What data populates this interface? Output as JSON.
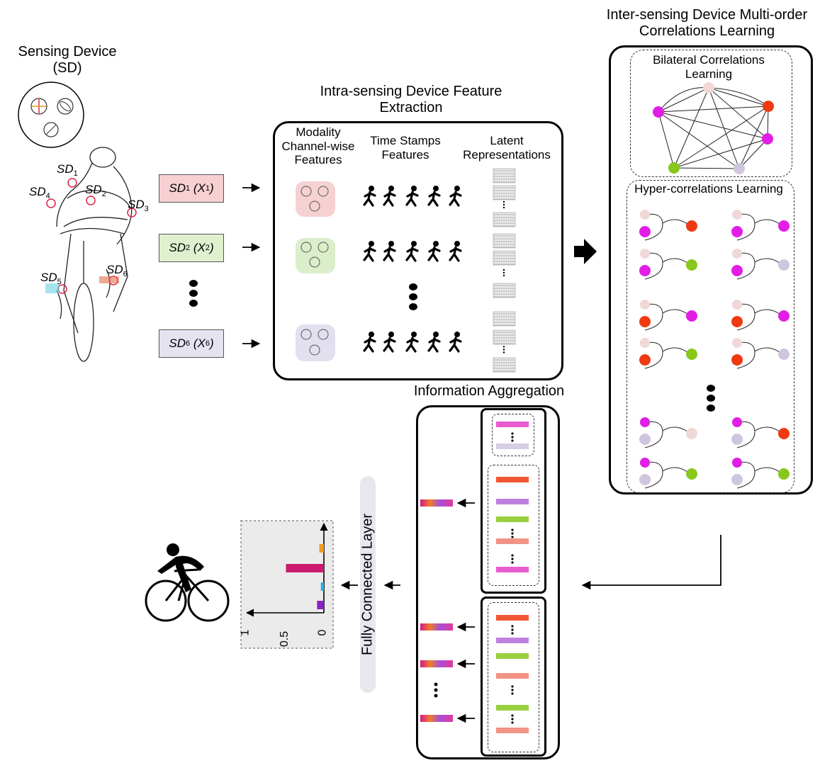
{
  "sensing_device": {
    "title": "Sensing Device",
    "abbr": "(SD)"
  },
  "devices": [
    {
      "name": "SD",
      "sub": "1",
      "x": "X",
      "xsub": "1",
      "color": "#f6d0d2"
    },
    {
      "name": "SD",
      "sub": "2",
      "x": "X",
      "xsub": "2",
      "color": "#dff0cf"
    },
    {
      "name": "SD",
      "sub": "6",
      "x": "X",
      "xsub": "6",
      "color": "#e6e3f0"
    }
  ],
  "body_labels": [
    {
      "name": "SD",
      "sub": "1"
    },
    {
      "name": "SD",
      "sub": "2"
    },
    {
      "name": "SD",
      "sub": "3"
    },
    {
      "name": "SD",
      "sub": "4"
    },
    {
      "name": "SD",
      "sub": "5"
    },
    {
      "name": "SD",
      "sub": "6"
    }
  ],
  "intra": {
    "title": "Intra-sensing Device Feature Extraction",
    "col1": "Modality Channel-wise Features",
    "col2": "Time Stamps Features",
    "col3": "Latent Representations"
  },
  "inter": {
    "title": "Inter-sensing Device Multi-order Correlations Learning",
    "bilateral": "Bilateral Correlations Learning",
    "hyper": "Hyper-correlations Learning"
  },
  "aggregation": {
    "title": "Information Aggregation"
  },
  "fc_layer": {
    "label": "Fully Connected Layer"
  },
  "output_chart": {
    "tick_labels": [
      "1",
      "0.5",
      "0"
    ]
  },
  "chart_data": {
    "type": "bar",
    "orientation": "horizontal",
    "values": [
      0.06,
      0.5,
      0.04,
      0.09
    ],
    "colors": [
      "#f39a1d",
      "#cc1a6e",
      "#29aee6",
      "#8a22c2"
    ],
    "xlim": [
      0,
      1
    ],
    "ticks": [
      "1",
      "0.5",
      "0"
    ]
  },
  "colors": {
    "node_pink": "#efd8d6",
    "node_magenta": "#e21ee6",
    "node_red": "#f03a12",
    "node_green": "#88c71c",
    "node_lilac": "#cfc6de",
    "fc_bg": "#e8e6ef"
  }
}
